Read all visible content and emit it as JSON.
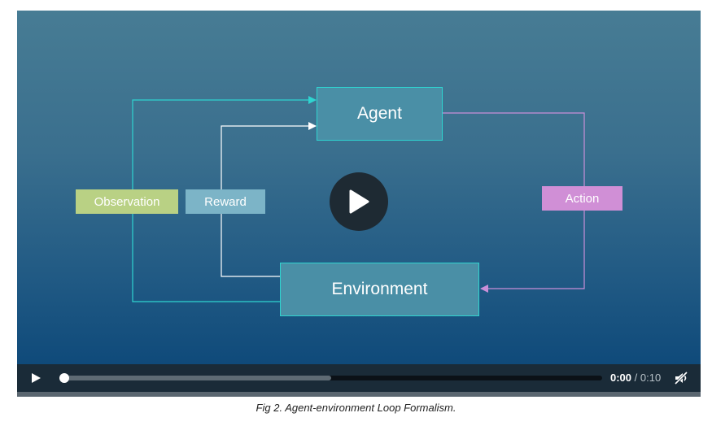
{
  "diagram": {
    "agent_label": "Agent",
    "environment_label": "Environment",
    "observation_label": "Observation",
    "reward_label": "Reward",
    "action_label": "Action"
  },
  "player": {
    "play_icon": "play-icon",
    "mute_icon": "muted-speaker-icon",
    "current_time": "0:00",
    "time_separator": "/",
    "duration": "0:10",
    "playback_fraction": 0.0,
    "buffered_fraction": 0.5
  },
  "caption": "Fig 2. Agent-environment Loop Formalism.",
  "colors": {
    "observation": "#b9d184",
    "reward": "#7cb4c7",
    "action": "#d08fd6",
    "box_fill": "#4a8fa6",
    "box_border": "#2fd4d0",
    "cyan_line": "#2fd4d0",
    "white_line": "#ffffff",
    "action_line": "#c98fd8"
  }
}
